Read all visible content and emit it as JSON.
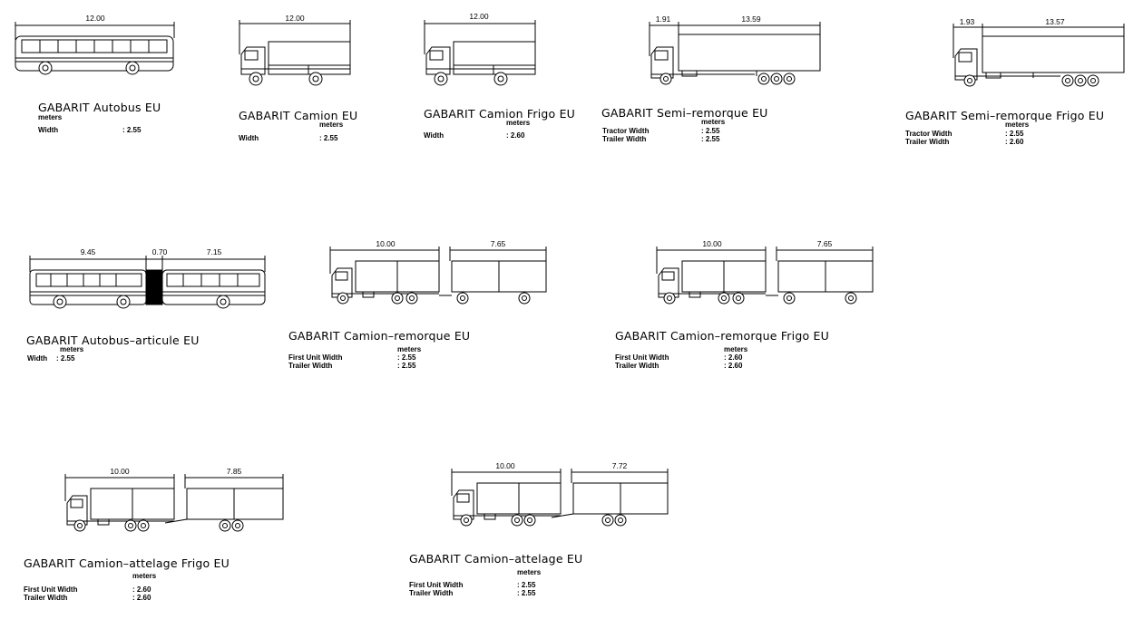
{
  "units_label": "meters",
  "blocks": [
    {
      "id": "autobus",
      "title": "GABARIT Autobus EU",
      "dims": [
        "12.00"
      ],
      "specs": [
        {
          "label": "Width",
          "value": ": 2.55"
        }
      ]
    },
    {
      "id": "camion",
      "title": "GABARIT Camion EU",
      "dims": [
        "12.00"
      ],
      "specs": [
        {
          "label": "Width",
          "value": ": 2.55"
        }
      ]
    },
    {
      "id": "camion-frigo",
      "title": "GABARIT Camion Frigo EU",
      "dims": [
        "12.00"
      ],
      "specs": [
        {
          "label": "Width",
          "value": ": 2.60"
        }
      ]
    },
    {
      "id": "semi",
      "title": "GABARIT Semi–remorque EU",
      "dims": [
        "1.91",
        "13.59"
      ],
      "specs": [
        {
          "label": "Tractor Width",
          "value": ": 2.55"
        },
        {
          "label": "Trailer Width",
          "value": ": 2.55"
        }
      ]
    },
    {
      "id": "semi-frigo",
      "title": "GABARIT Semi–remorque Frigo EU",
      "dims": [
        "1.93",
        "13.57"
      ],
      "specs": [
        {
          "label": "Tractor Width",
          "value": ": 2.55"
        },
        {
          "label": "Trailer Width",
          "value": ": 2.60"
        }
      ]
    },
    {
      "id": "autobus-articule",
      "title": "GABARIT Autobus–articule EU",
      "dims": [
        "9.45",
        "0.70",
        "7.15"
      ],
      "specs": [
        {
          "label": "Width",
          "value": ": 2.55"
        }
      ]
    },
    {
      "id": "camion-remorque",
      "title": "GABARIT Camion–remorque EU",
      "dims": [
        "10.00",
        "7.65"
      ],
      "specs": [
        {
          "label": "First Unit Width",
          "value": ": 2.55"
        },
        {
          "label": "Trailer Width",
          "value": ": 2.55"
        }
      ]
    },
    {
      "id": "camion-remorque-frigo",
      "title": "GABARIT Camion–remorque Frigo EU",
      "dims": [
        "10.00",
        "7.65"
      ],
      "specs": [
        {
          "label": "First Unit Width",
          "value": ": 2.60"
        },
        {
          "label": "Trailer Width",
          "value": ": 2.60"
        }
      ]
    },
    {
      "id": "camion-attelage-frigo",
      "title": "GABARIT Camion–attelage Frigo EU",
      "dims": [
        "10.00",
        "7.85"
      ],
      "specs": [
        {
          "label": "First Unit Width",
          "value": ": 2.60"
        },
        {
          "label": "Trailer Width",
          "value": ": 2.60"
        }
      ]
    },
    {
      "id": "camion-attelage",
      "title": "GABARIT Camion–attelage EU",
      "dims": [
        "10.00",
        "7.72"
      ],
      "specs": [
        {
          "label": "First Unit Width",
          "value": ": 2.55"
        },
        {
          "label": "Trailer Width",
          "value": ": 2.55"
        }
      ]
    }
  ]
}
